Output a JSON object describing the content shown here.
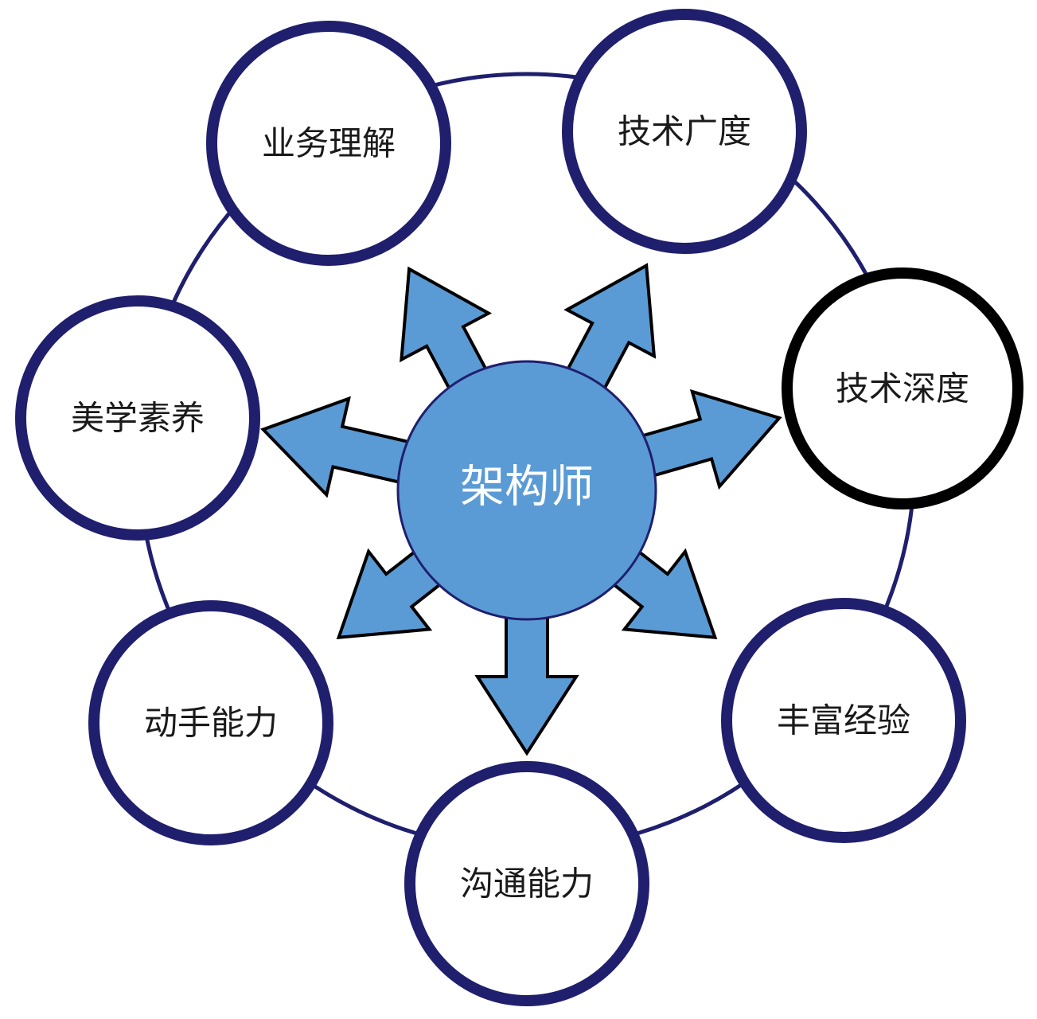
{
  "center": {
    "label": "架构师",
    "fill": "#5b9bd5"
  },
  "colors": {
    "ring": "#1f1f6e",
    "arrow_fill": "#5b9bd5",
    "arrow_stroke": "#000000",
    "highlight_ring": "#000000"
  },
  "nodes": [
    {
      "id": "business",
      "label": "业务理解",
      "highlight": false
    },
    {
      "id": "tech-breadth",
      "label": "技术广度",
      "highlight": false
    },
    {
      "id": "tech-depth",
      "label": "技术深度",
      "highlight": true
    },
    {
      "id": "experience",
      "label": "丰富经验",
      "highlight": false
    },
    {
      "id": "communication",
      "label": "沟通能力",
      "highlight": false
    },
    {
      "id": "hands-on",
      "label": "动手能力",
      "highlight": false
    },
    {
      "id": "aesthetics",
      "label": "美学素养",
      "highlight": false
    }
  ]
}
